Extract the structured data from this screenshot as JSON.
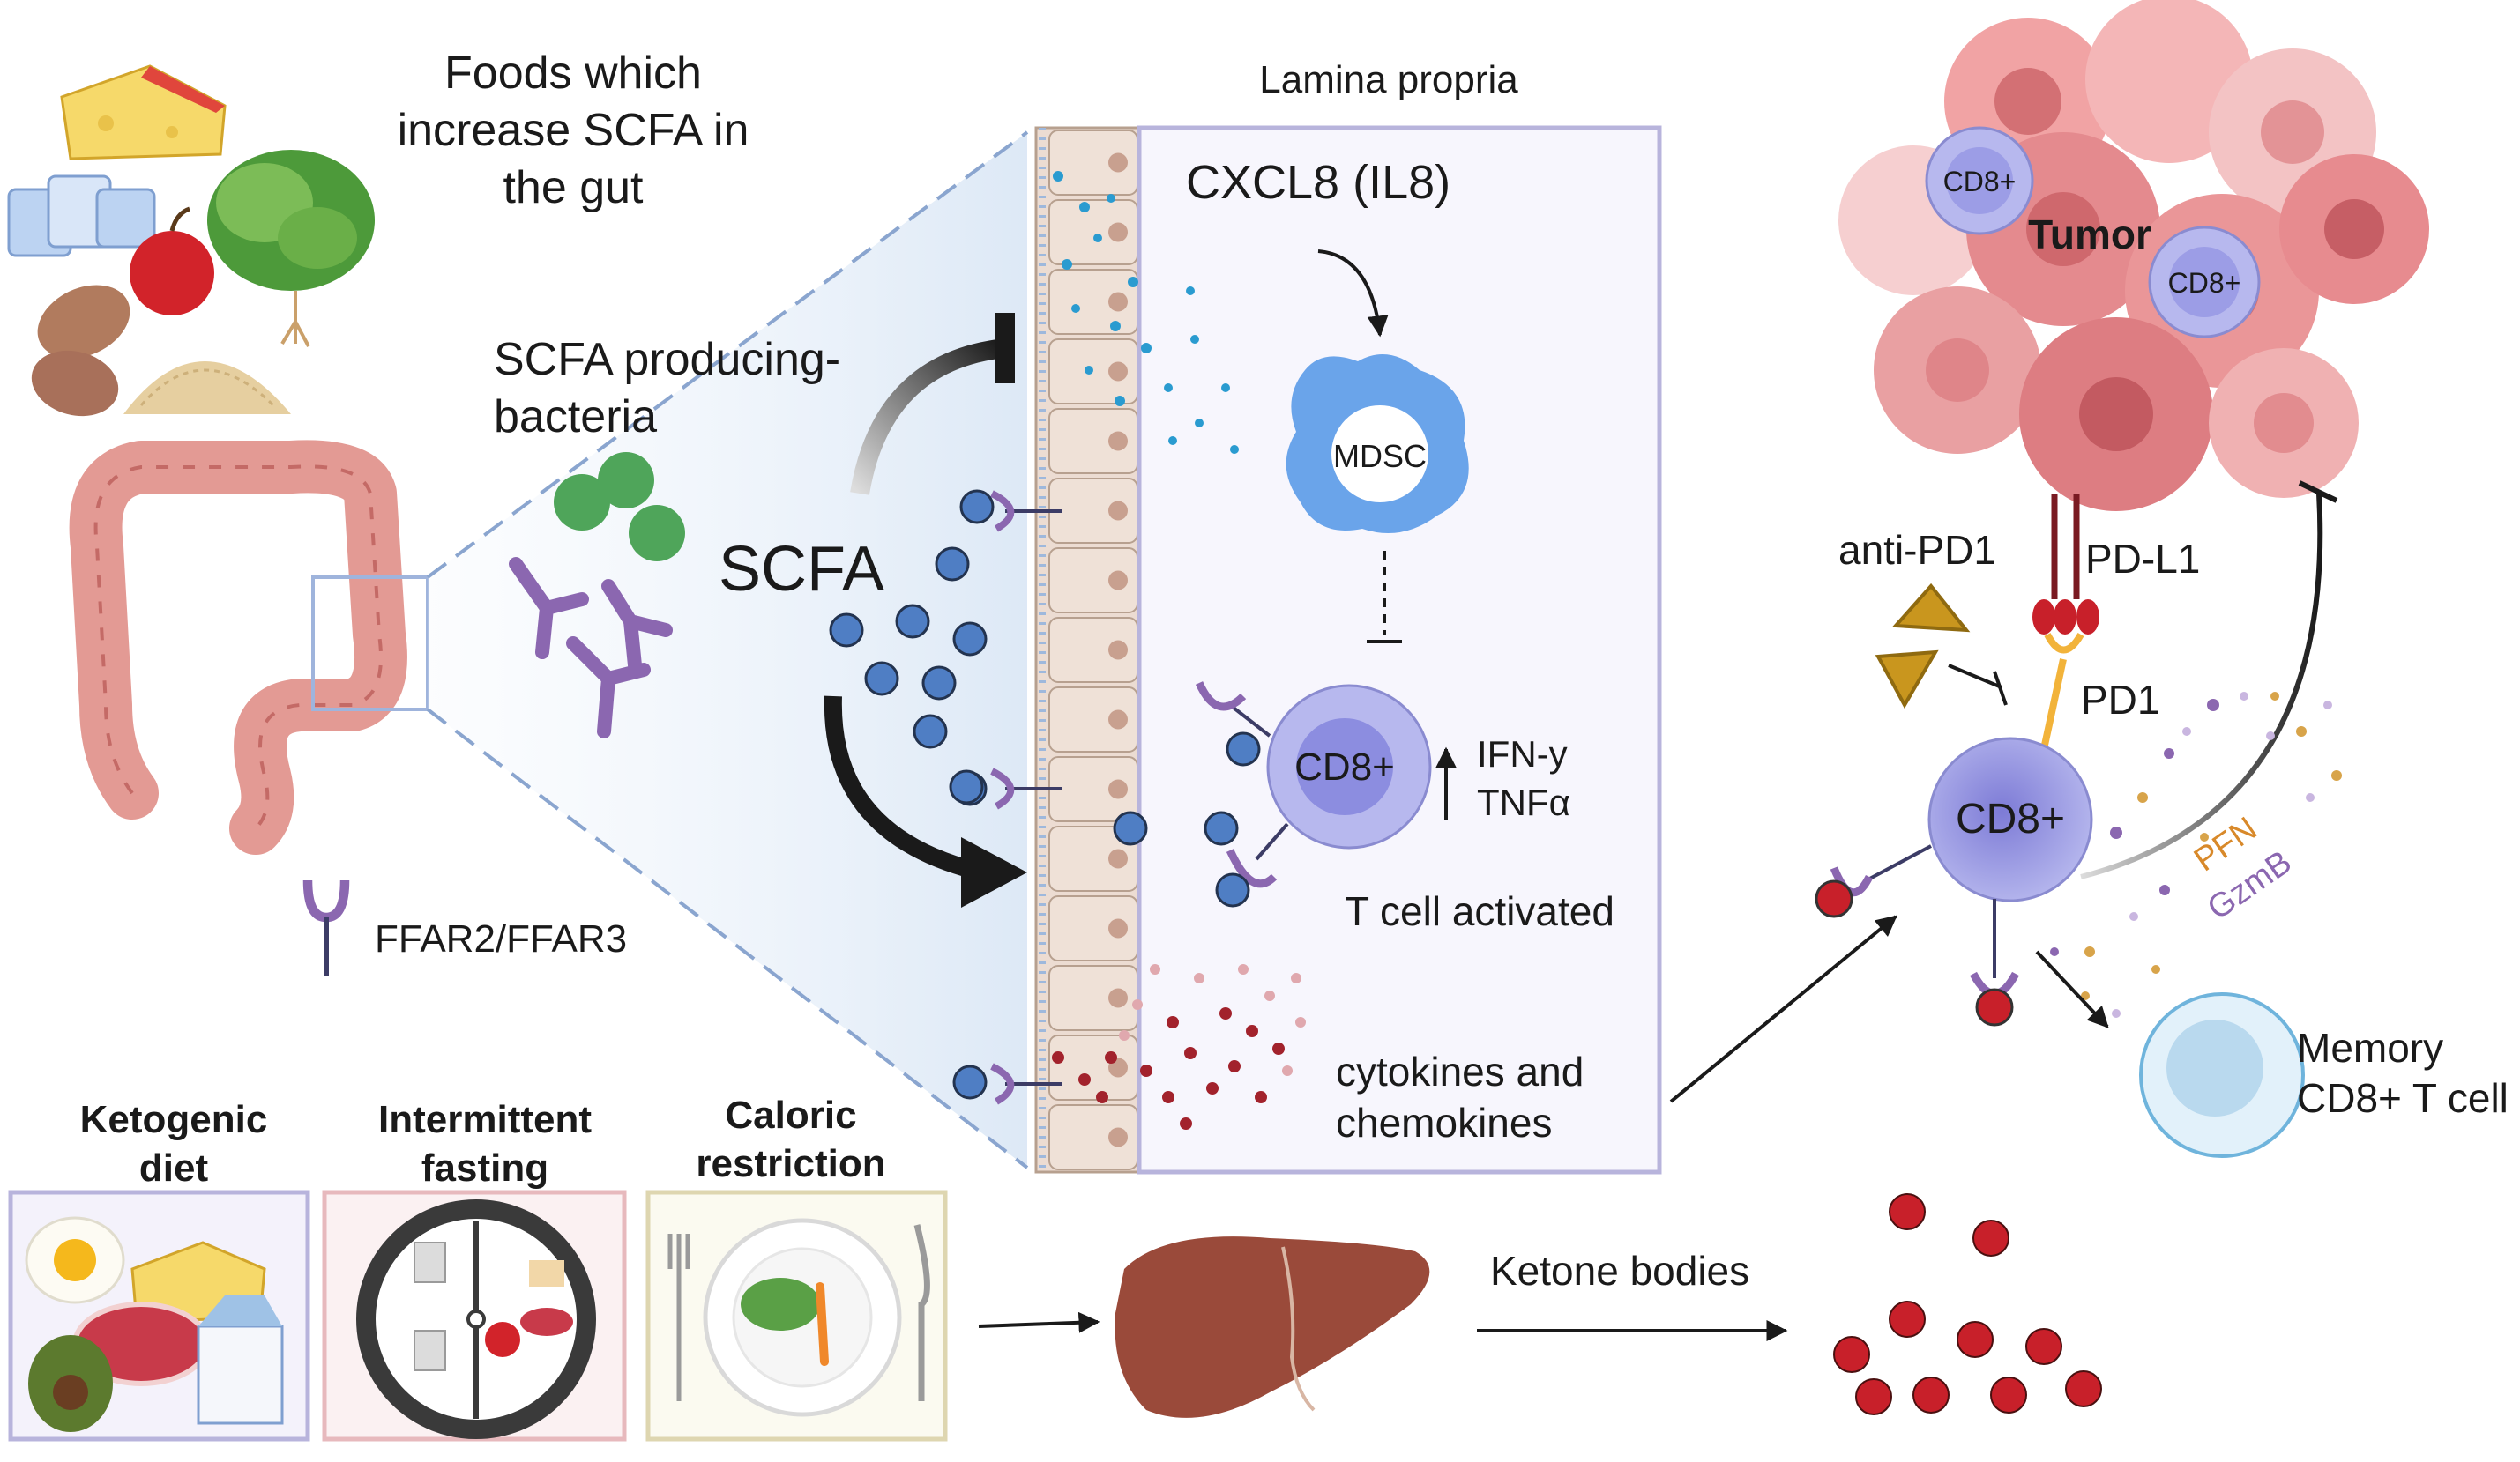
{
  "foods": {
    "title": "Foods which increase SCFA  in the gut",
    "title_lines": [
      "Foods which",
      "increase SCFA  in",
      "the gut"
    ],
    "items": [
      "cheese-icon",
      "yogurt-icon",
      "apple-icon",
      "lettuce-icon",
      "beans-icon",
      "oats-icon"
    ]
  },
  "gut": {
    "organ": "colon-icon",
    "bacteria_label_lines": [
      "SCFA producing-",
      "bacteria"
    ],
    "receptor_legend": "FFAR2/FFAR3"
  },
  "scfa": {
    "label": "SCFA"
  },
  "lamina_propria": {
    "title": "Lamina propria",
    "chemokine": "CXCL8 (IL8)",
    "mdsc": "MDSC",
    "cd8": "CD8+",
    "effector_lines": [
      "IFN-y",
      "TNFα"
    ],
    "activated": "T cell activated",
    "cytokines_lines": [
      "cytokines and",
      "chemokines"
    ]
  },
  "tumor": {
    "label": "Tumor",
    "cd8_cells": [
      "CD8+",
      "CD8+"
    ],
    "antibody": "anti-PD1",
    "ligand": "PD-L1",
    "receptor": "PD1",
    "effector_cd8": "CD8+",
    "granule_1": "PFN",
    "granule_2": "GzmB",
    "memory_lines": [
      "Memory",
      "CD8+ T cell"
    ]
  },
  "diets": [
    {
      "title_lines": [
        "Ketogenic",
        "diet"
      ],
      "border": "#b8b4dc"
    },
    {
      "title_lines": [
        "Intermittent",
        "fasting"
      ],
      "border": "#e7b9bd"
    },
    {
      "title_lines": [
        "Caloric",
        "restriction"
      ],
      "border": "#ded6b0"
    }
  ],
  "liver": {
    "organ": "liver-icon",
    "output": "Ketone bodies"
  },
  "colors": {
    "scfa": "#4f7ec4",
    "bacteria_green": "#4fa55a",
    "bacteria_purple": "#8b67b0",
    "cd8": "#b4b4ea",
    "mdsc": "#6aa4ea",
    "tumor": "#e48a8e",
    "ketone": "#c8202a",
    "liver": "#9a4a3a",
    "box_border": "#b8b4dc"
  }
}
